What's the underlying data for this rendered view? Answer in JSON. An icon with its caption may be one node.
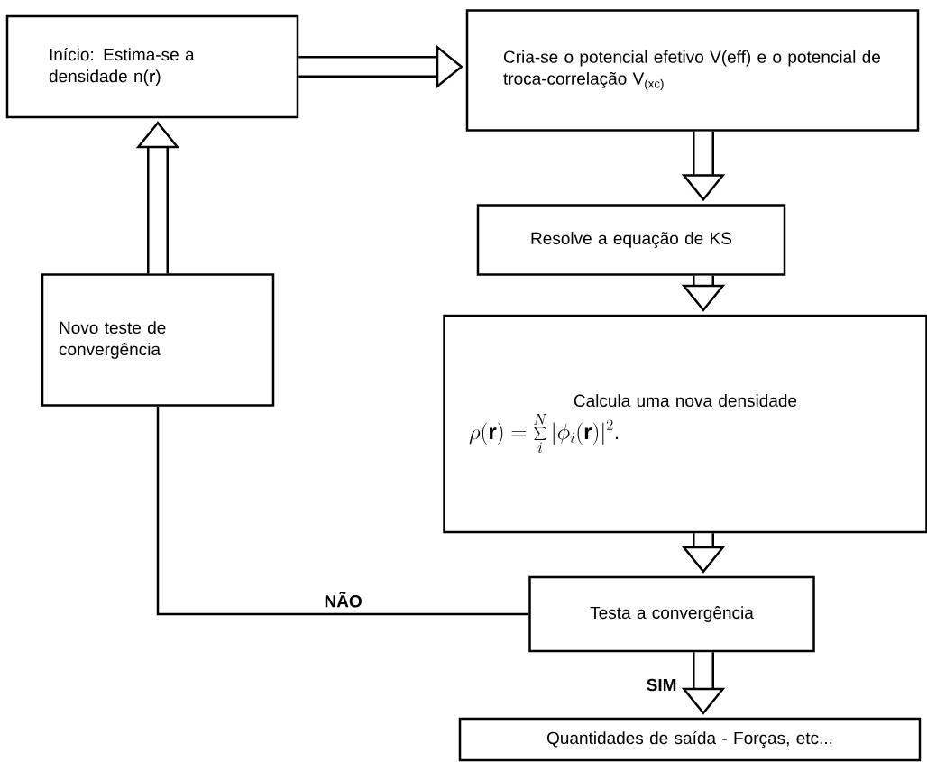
{
  "diagram": {
    "nodes": [
      {
        "text": [
          "Início: Estima-se a densidade n(**r**)"
        ]
      },
      {
        "text": [
          "Cria-se o potencial efetivo V(eff) e o potencial  de troca-correlação V$_{(xc)}$"
        ]
      },
      {
        "text": [
          "Resolve a equação de KS"
        ]
      },
      {
        "text": [
          "Calcula uma nova densidade",
          "\\rho(\\mathbf{r}) = \\sum_{i}^{N} |\\phi_i(\\mathbf{r})|^2."
        ]
      },
      {
        "text": [
          "Testa a convergência"
        ]
      },
      {
        "text": [
          "Quantidades de saída - Forças, etc..."
        ]
      },
      {
        "text": [
          "Novo teste de convergência"
        ]
      }
    ],
    "edges": [
      {
        "from": 0,
        "to": 1,
        "arrow": "to"
      },
      {
        "from": 1,
        "to": 2,
        "arrow": "to"
      },
      {
        "from": 2,
        "to": 3,
        "arrow": "to"
      },
      {
        "from": 3,
        "to": 4,
        "arrow": "to"
      },
      {
        "from": 4,
        "to": 6,
        "arrow": "none",
        "label": "NÃO"
      },
      {
        "from": 4,
        "to": 5,
        "arrow": "to",
        "label": "SIM"
      },
      {
        "from": 6,
        "to": 0,
        "arrow": "to"
      }
    ]
  }
}
